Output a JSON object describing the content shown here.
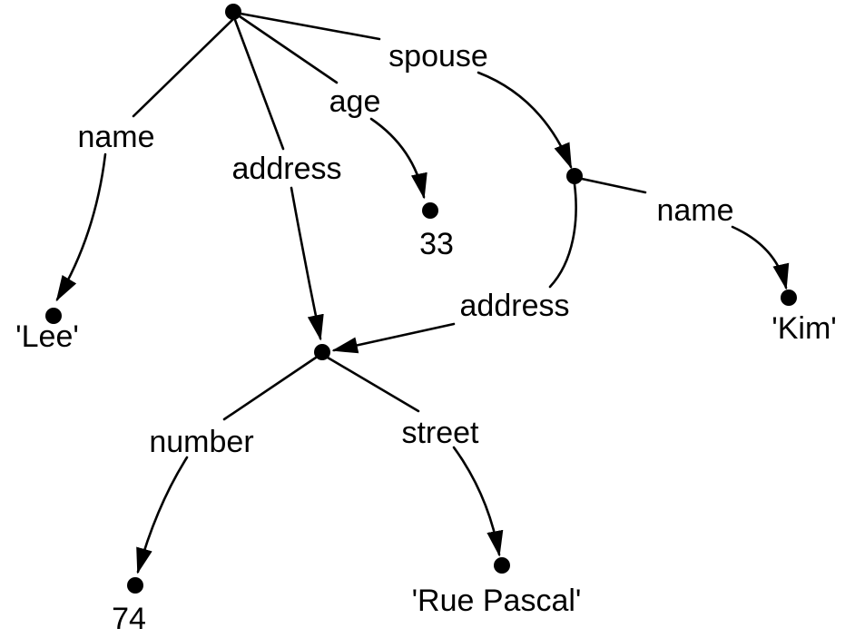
{
  "diagram": {
    "type": "object-reference-graph",
    "background_color": "#ffffff",
    "ink_color": "#000000",
    "nodes": [
      "person",
      "spouse",
      "shared_address",
      "value_lee",
      "value_33",
      "value_kim",
      "value_74",
      "value_rue_pascal"
    ],
    "edges": {
      "root_name": {
        "label": "name",
        "from": "person",
        "to": "value_lee"
      },
      "root_address": {
        "label": "address",
        "from": "person",
        "to": "shared_address"
      },
      "root_age": {
        "label": "age",
        "from": "person",
        "to": "value_33"
      },
      "root_spouse": {
        "label": "spouse",
        "from": "person",
        "to": "spouse"
      },
      "spouse_name": {
        "label": "name",
        "from": "spouse",
        "to": "value_kim"
      },
      "spouse_address": {
        "label": "address",
        "from": "spouse",
        "to": "shared_address"
      },
      "address_number": {
        "label": "number",
        "from": "shared_address",
        "to": "value_74"
      },
      "address_street": {
        "label": "street",
        "from": "shared_address",
        "to": "value_rue_pascal"
      }
    },
    "values": {
      "lee": "'Lee'",
      "age33": "33",
      "kim": "'Kim'",
      "number74": "74",
      "rue_pascal": "'Rue Pascal'"
    }
  }
}
